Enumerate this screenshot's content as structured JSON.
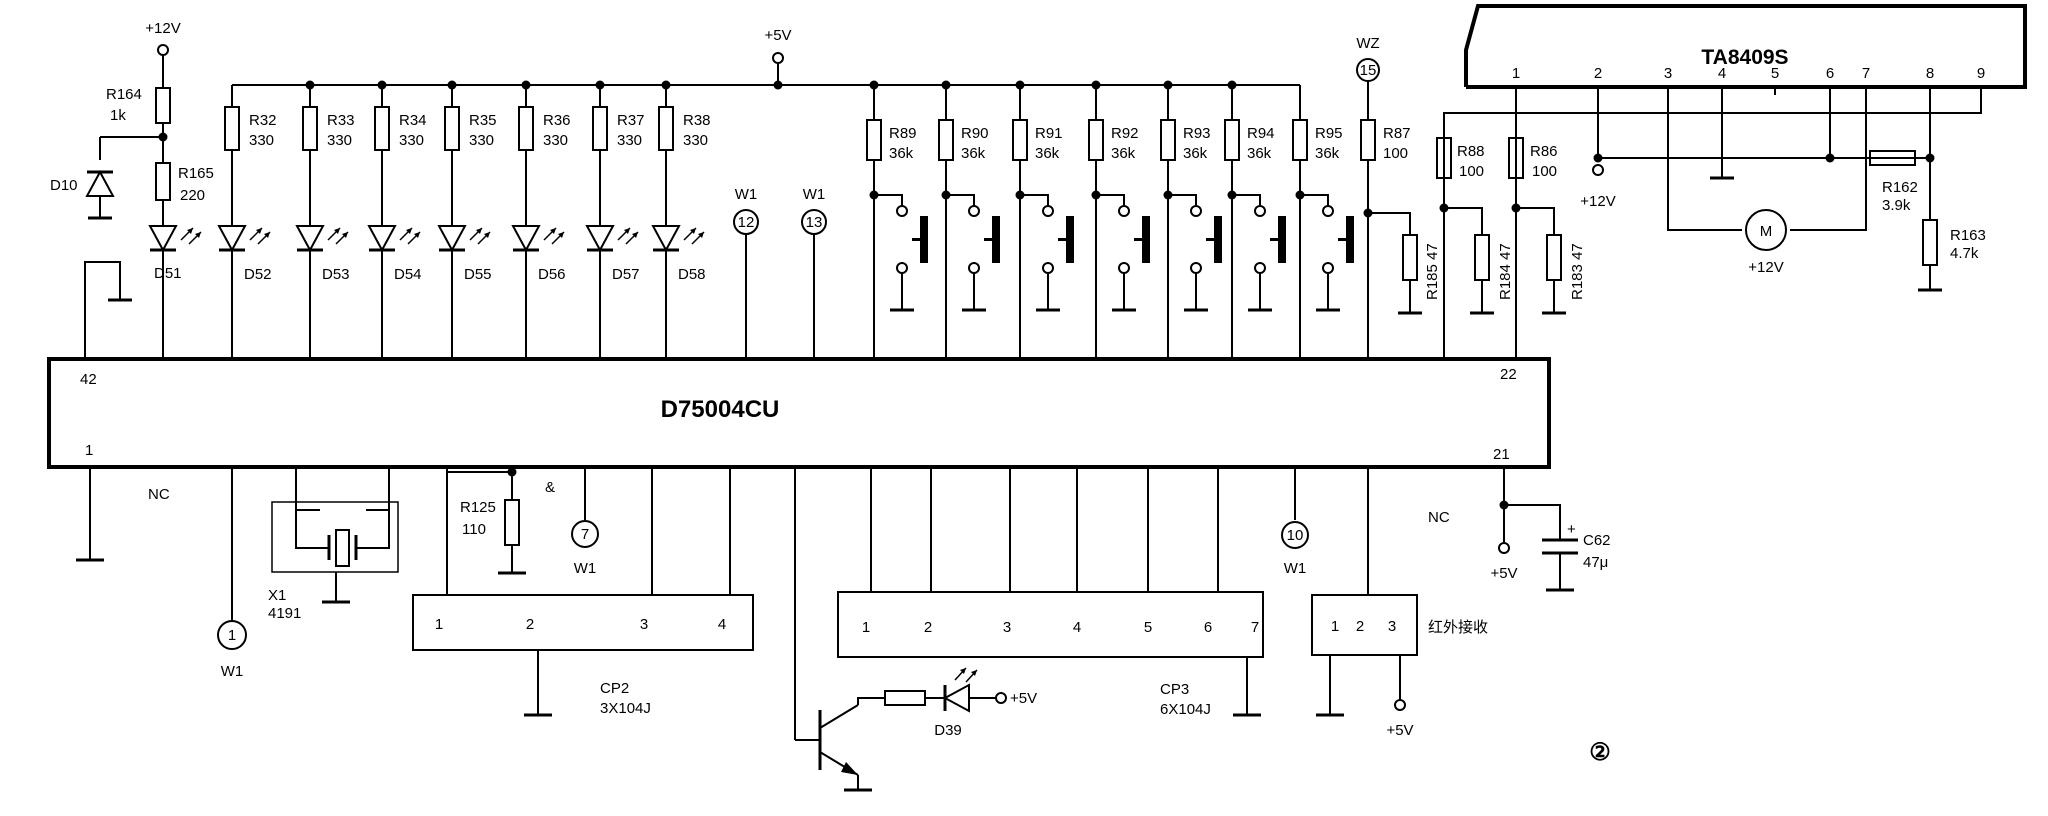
{
  "chip_main": {
    "name": "D75004CU",
    "pin_top_left": "42",
    "pin_top_right": "22",
    "pin_bot_left": "1",
    "pin_bot_right": "21"
  },
  "chip_motor": {
    "name": "TA8409S",
    "pins": [
      "1",
      "2",
      "3",
      "4",
      "5",
      "6",
      "7",
      "8",
      "9"
    ]
  },
  "supplies": {
    "p12": "+12V",
    "p5": "+5V",
    "wz": "WZ"
  },
  "led_resistors": [
    {
      "ref": "R32",
      "val": "330"
    },
    {
      "ref": "R33",
      "val": "330"
    },
    {
      "ref": "R34",
      "val": "330"
    },
    {
      "ref": "R35",
      "val": "330"
    },
    {
      "ref": "R36",
      "val": "330"
    },
    {
      "ref": "R37",
      "val": "330"
    },
    {
      "ref": "R38",
      "val": "330"
    }
  ],
  "leds": [
    "D51",
    "D52",
    "D53",
    "D54",
    "D55",
    "D56",
    "D57",
    "D58"
  ],
  "key_resistors": [
    {
      "ref": "R89",
      "val": "36k"
    },
    {
      "ref": "R90",
      "val": "36k"
    },
    {
      "ref": "R91",
      "val": "36k"
    },
    {
      "ref": "R92",
      "val": "36k"
    },
    {
      "ref": "R93",
      "val": "36k"
    },
    {
      "ref": "R94",
      "val": "36k"
    },
    {
      "ref": "R95",
      "val": "36k"
    }
  ],
  "misc": {
    "r164": "R164",
    "r164v": "1k",
    "r165": "R165",
    "r165v": "220",
    "d10": "D10",
    "r87": "R87",
    "r87v": "100",
    "r88": "R88",
    "r88v": "100",
    "r86": "R86",
    "r86v": "100",
    "r185": "R185 47",
    "r184": "R184 47",
    "r183": "R183 47",
    "r162": "R162",
    "r162v": "3.9k",
    "r163": "R163",
    "r163v": "4.7k",
    "r125": "R125",
    "r125v": "110",
    "x1": "X1",
    "x1v": "4191",
    "c62": "C62",
    "c62v": "47μ",
    "d39": "D39",
    "nc": "NC",
    "w1": "W1",
    "motor": "M",
    "ir": "红外接收",
    "fig": "②",
    "amp": "&"
  },
  "test_points": [
    "12",
    "13",
    "15",
    "7",
    "10",
    "1"
  ],
  "cp2": {
    "name": "CP2",
    "value": "3X104J",
    "pins": [
      "1",
      "2",
      "3",
      "4"
    ]
  },
  "cp3": {
    "name": "CP3",
    "value": "6X104J",
    "pins": [
      "1",
      "2",
      "3",
      "4",
      "5",
      "6",
      "7"
    ]
  },
  "ir_pins": [
    "1",
    "2",
    "3"
  ]
}
